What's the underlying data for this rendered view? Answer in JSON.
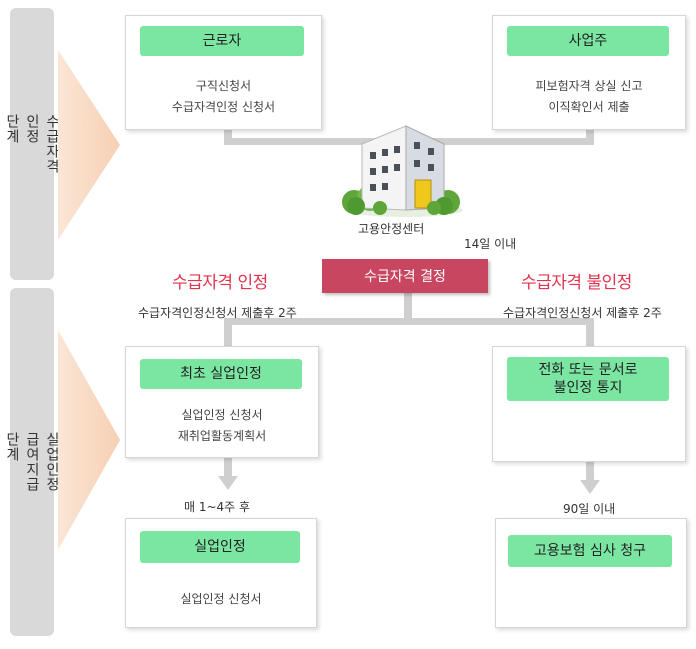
{
  "stages": {
    "stage1": "수급자격\n인정\n단계",
    "stage2": "실업인정\n급여지급\n단계"
  },
  "cards": {
    "worker": {
      "title": "근로자",
      "text": "구직신청서\n수급자격인정 신청서"
    },
    "employer": {
      "title": "사업주",
      "text": "피보험자격 상실 신고\n이직확인서 제출"
    },
    "first_recognition": {
      "title": "최초 실업인정",
      "text": "실업인정 신청서\n재취업활동계획서"
    },
    "recognition": {
      "title": "실업인정",
      "text": "실업인정 신청서"
    },
    "notice": {
      "title": "전화 또는 문서로\n불인정 통지"
    },
    "appeal": {
      "title": "고용보험 심사 청구"
    }
  },
  "center": {
    "label": "고용안정센터",
    "days": "14일 이내"
  },
  "decision": {
    "label": "수급자격 결정"
  },
  "approved": {
    "title": "수급자격 인정",
    "sub": "수급자격인정신청서 제출후 2주"
  },
  "rejected": {
    "title": "수급자격 불인정",
    "sub": "수급자격인정신청서 제출후 2주"
  },
  "arrows": {
    "left": "매 1~4주 후",
    "right": "90일 이내"
  },
  "colors": {
    "green": "#7be6a2",
    "decision": "#c94661",
    "red_text": "#e0334e",
    "sidebar": "#d9d9d9"
  }
}
